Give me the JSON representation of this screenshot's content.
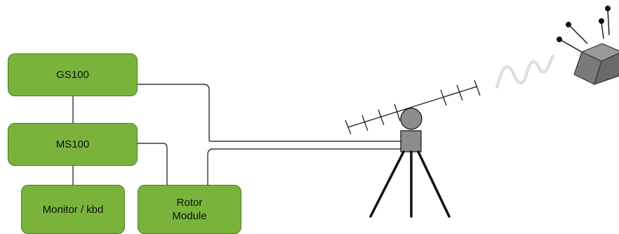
{
  "colors": {
    "box_fill": "#79b33c",
    "box_border": "#4e7d22",
    "line": "#111111",
    "rotor": "#8c8c8c",
    "satellite": "#8a8a8a"
  },
  "boxes": {
    "gs100": "GS100",
    "ms100": "MS100",
    "monitor": "Monitor / kbd",
    "rotor_module": "Rotor\nModule"
  },
  "icons": [
    "yagi-antenna-icon",
    "antenna-rotor-icon",
    "tripod-icon",
    "radio-wave-icon",
    "satellite-icon"
  ]
}
